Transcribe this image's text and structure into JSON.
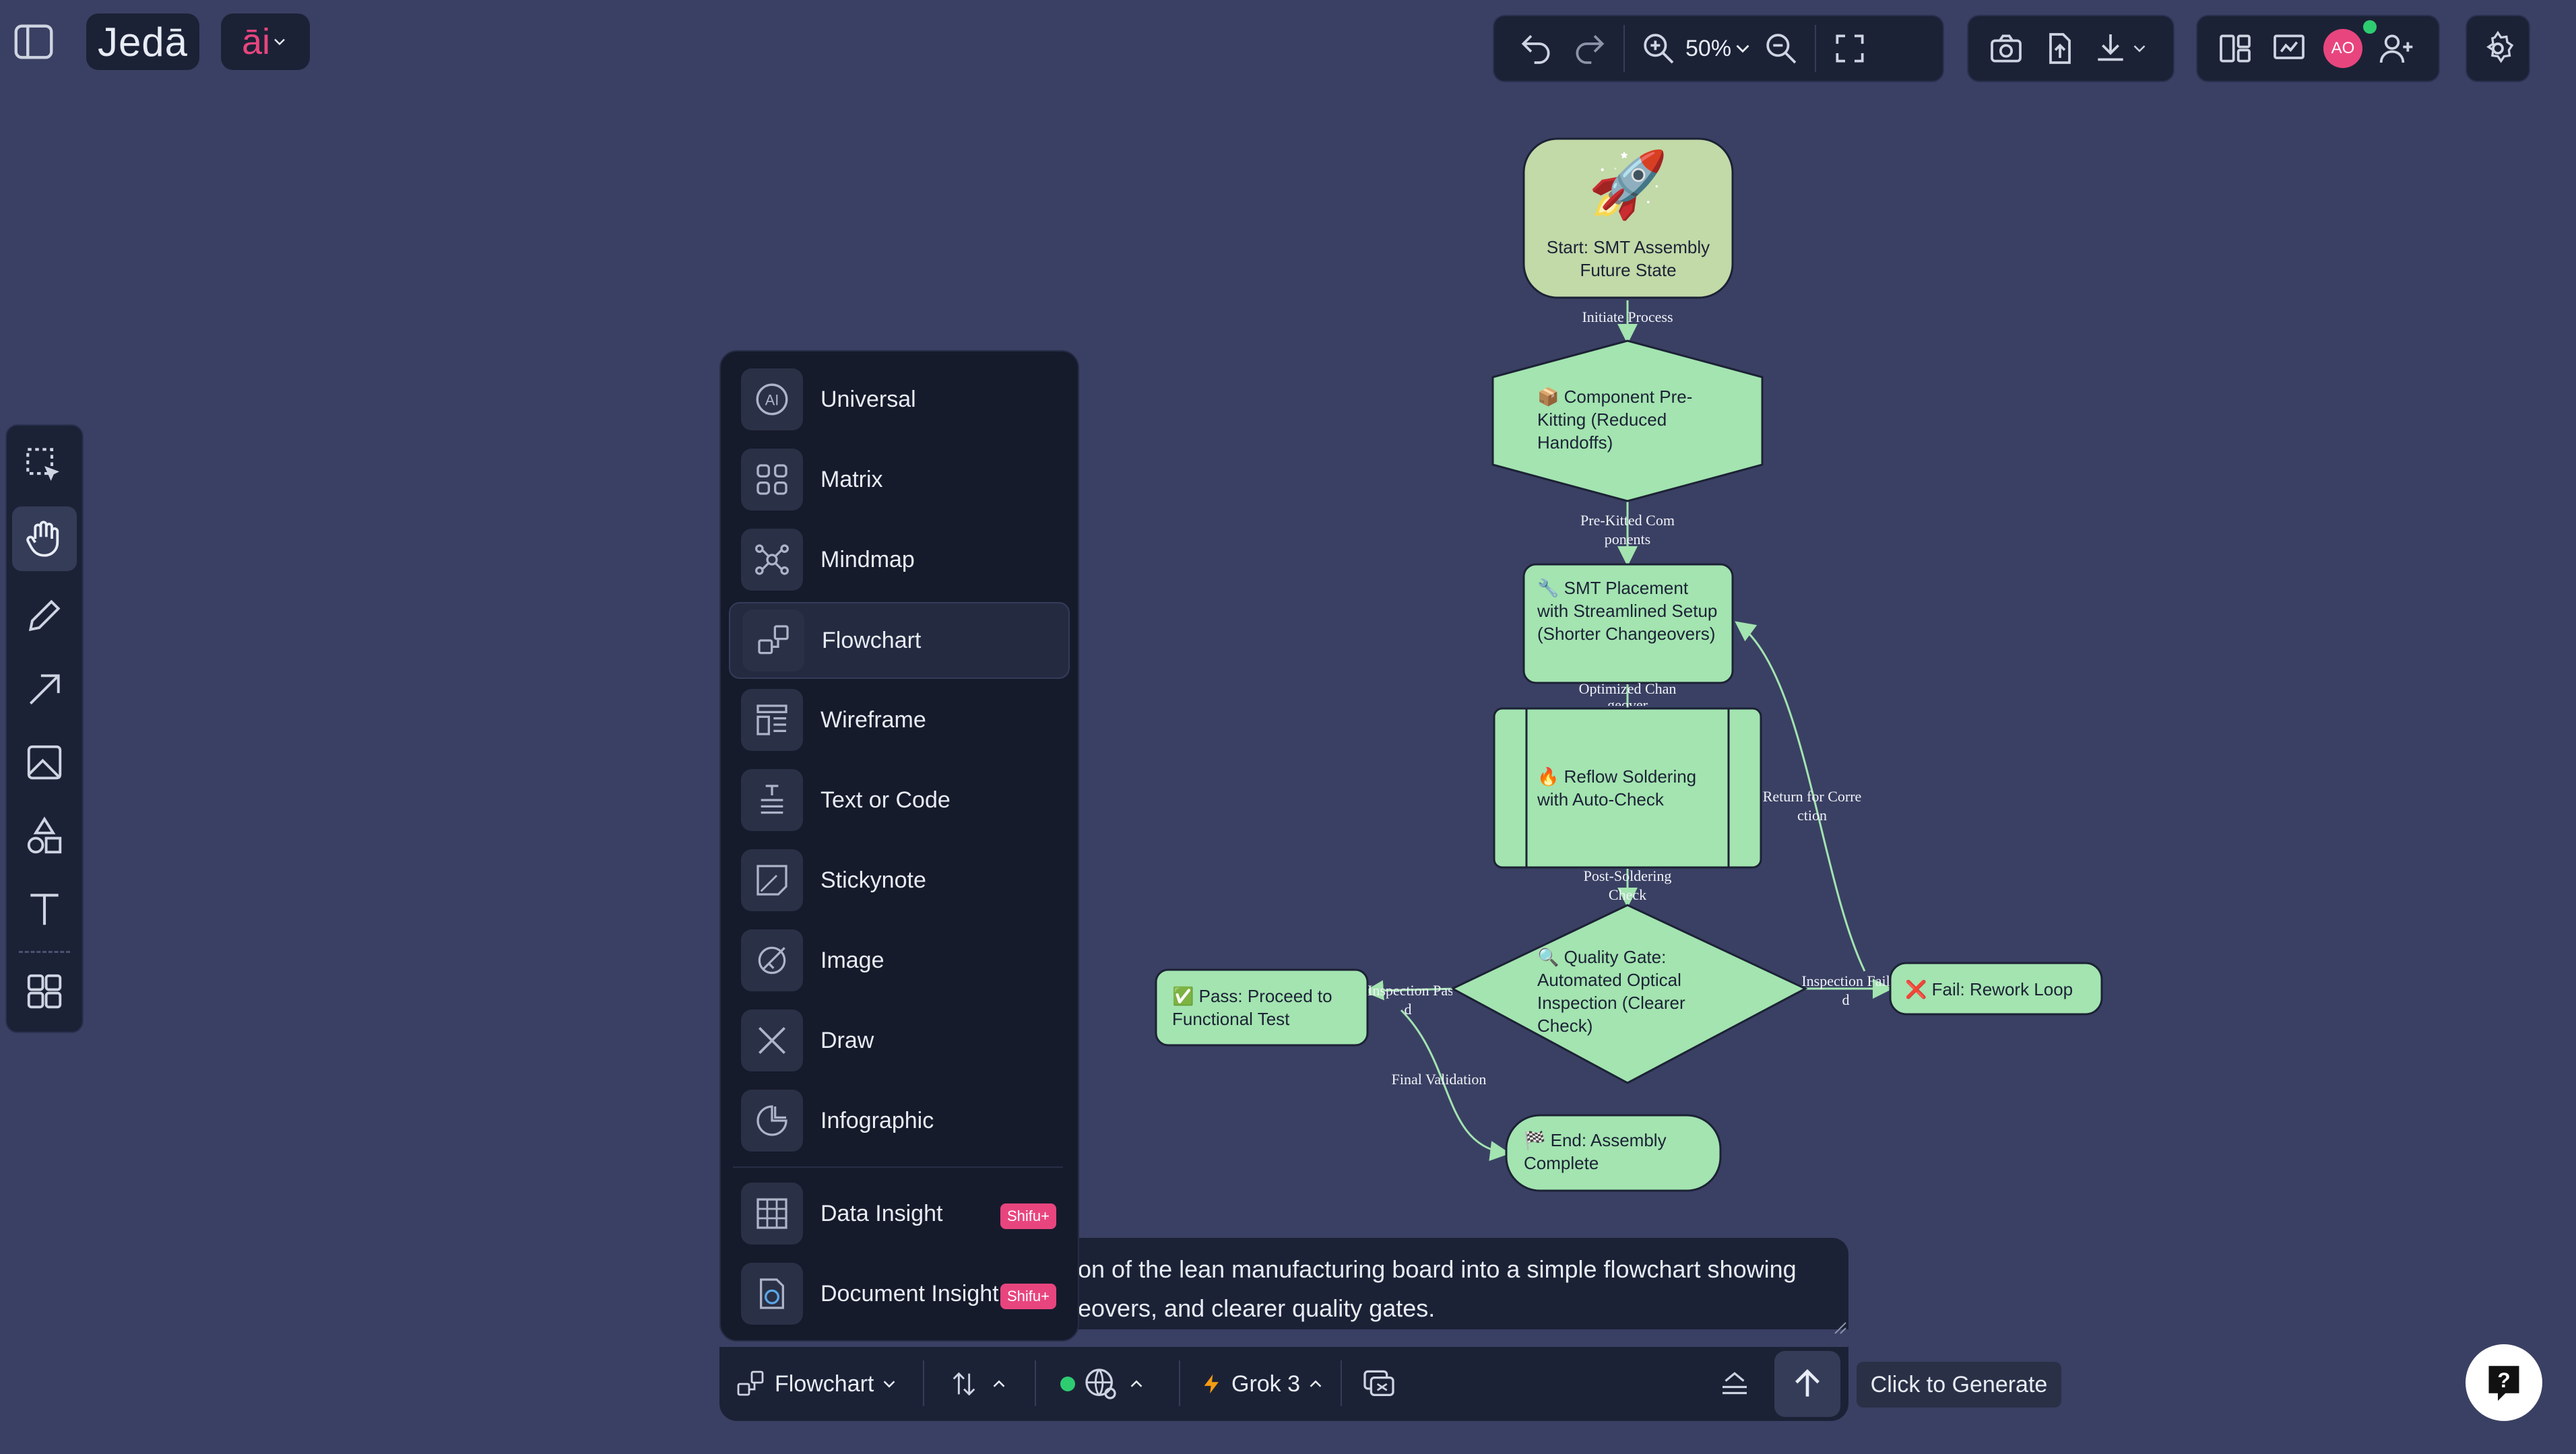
{
  "app": {
    "logo": "Jedā",
    "ai_label": "āi"
  },
  "toolbar": {
    "zoom": "50%",
    "avatar": "AO"
  },
  "menu": {
    "items": [
      {
        "label": "Universal",
        "icon": "ai-circle-icon"
      },
      {
        "label": "Matrix",
        "icon": "grid-icon"
      },
      {
        "label": "Mindmap",
        "icon": "mindmap-icon"
      },
      {
        "label": "Flowchart",
        "icon": "flowchart-icon",
        "selected": true
      },
      {
        "label": "Wireframe",
        "icon": "wireframe-icon"
      },
      {
        "label": "Text or Code",
        "icon": "text-icon"
      },
      {
        "label": "Stickynote",
        "icon": "stickynote-icon"
      },
      {
        "label": "Image",
        "icon": "image-icon"
      },
      {
        "label": "Draw",
        "icon": "draw-icon"
      },
      {
        "label": "Infographic",
        "icon": "pie-icon"
      },
      {
        "label": "Data Insight",
        "icon": "table-icon",
        "badge": "Shifu+"
      },
      {
        "label": "Document Insight",
        "icon": "doc-icon",
        "badge": "Shifu+"
      }
    ]
  },
  "prompt": {
    "line1": "on of the lean manufacturing board into a simple flowchart showing",
    "line2": "eovers, and clearer quality gates."
  },
  "bottombar": {
    "mode": "Flowchart",
    "model": "Grok 3",
    "tooltip": "Click to Generate"
  },
  "flowchart": {
    "nodes": {
      "start": {
        "emoji": "🚀",
        "text": "Start: SMT Assembly Future State"
      },
      "prekit": {
        "text": "📦 Component Pre-Kitting (Reduced Handoffs)"
      },
      "smt": {
        "text": "🔧 SMT Placement with Streamlined Setup (Shorter Changeovers)"
      },
      "reflow": {
        "text": "🔥 Reflow Soldering with Auto-Check"
      },
      "gate": {
        "text": "🔍 Quality Gate: Automated Optical Inspection (Clearer Check)"
      },
      "pass": {
        "text": "✅ Pass: Proceed to Functional Test"
      },
      "fail": {
        "text": "❌ Fail: Rework Loop"
      },
      "end": {
        "text": "🏁 End: Assembly Complete"
      }
    },
    "edges": {
      "e1": "Initiate Process",
      "e2a": "Pre-Kitted Com",
      "e2b": "ponents",
      "e3a": "Optimized Chan",
      "e3b": "geover",
      "e4a": "Post-Soldering",
      "e4b": "Check",
      "e5a": "Inspection Pass",
      "e5b": "d",
      "e6a": "Inspection Fail",
      "e6b": "d",
      "e7a": "Return for Corre",
      "e7b": "ction",
      "e8": "Final Validation"
    }
  },
  "colors": {
    "canvas": "#3a4063",
    "node": "#a3e4b0",
    "accent": "#e8457e"
  }
}
